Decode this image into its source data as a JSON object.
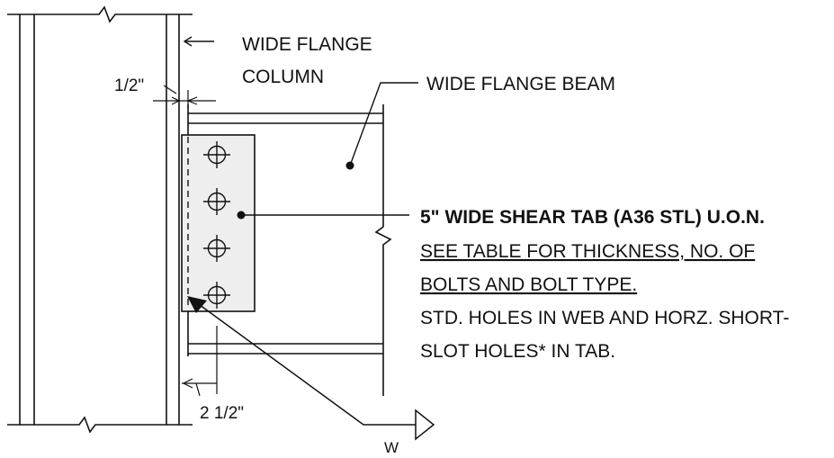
{
  "labels": {
    "column_line1": "WIDE FLANGE",
    "column_line2": "COLUMN",
    "gap_dim": "1/2\"",
    "beam": "WIDE FLANGE BEAM",
    "tab_title": "5\" WIDE SHEAR TAB (A36 STL) U.O.N.",
    "tab_note1": "SEE TABLE FOR THICKNESS, NO. OF",
    "tab_note2": "BOLTS AND BOLT TYPE.",
    "tab_note3": "STD. HOLES IN WEB AND HORZ. SHORT-",
    "tab_note4": "SLOT HOLES* IN TAB.",
    "edge_dim": "2 1/2\"",
    "weld_symbol": "W"
  },
  "bolt_count": 4,
  "colors": {
    "line": "#111111",
    "tab_fill": "#eeeeee"
  }
}
